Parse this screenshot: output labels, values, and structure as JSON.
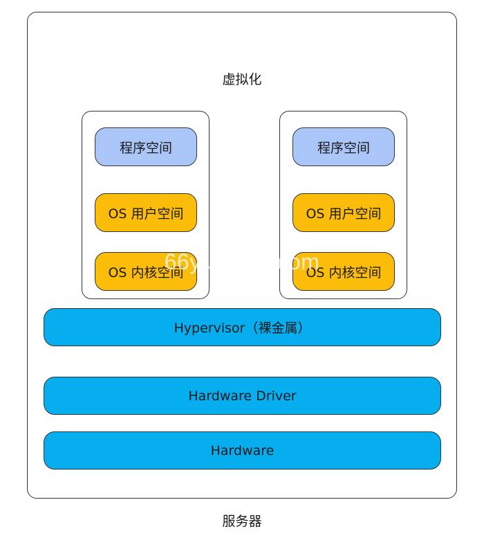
{
  "diagram": {
    "virtualization_label": "虚拟化",
    "server_label": "服务器",
    "vms": [
      {
        "app_space": "程序空间",
        "os_user_space": "OS 用户空间",
        "os_kernel_space": "OS 内核空间"
      },
      {
        "app_space": "程序空间",
        "os_user_space": "OS 用户空间",
        "os_kernel_space": "OS 内核空间"
      }
    ],
    "layers": {
      "hypervisor": "Hypervisor（裸金属）",
      "hardware_driver": "Hardware Driver",
      "hardware": "Hardware"
    },
    "watermark": "66yuanma.com",
    "colors": {
      "app_space": "#aac6f8",
      "os_space": "#fbbc0a",
      "layer": "#06aeef",
      "border": "#333333"
    }
  }
}
